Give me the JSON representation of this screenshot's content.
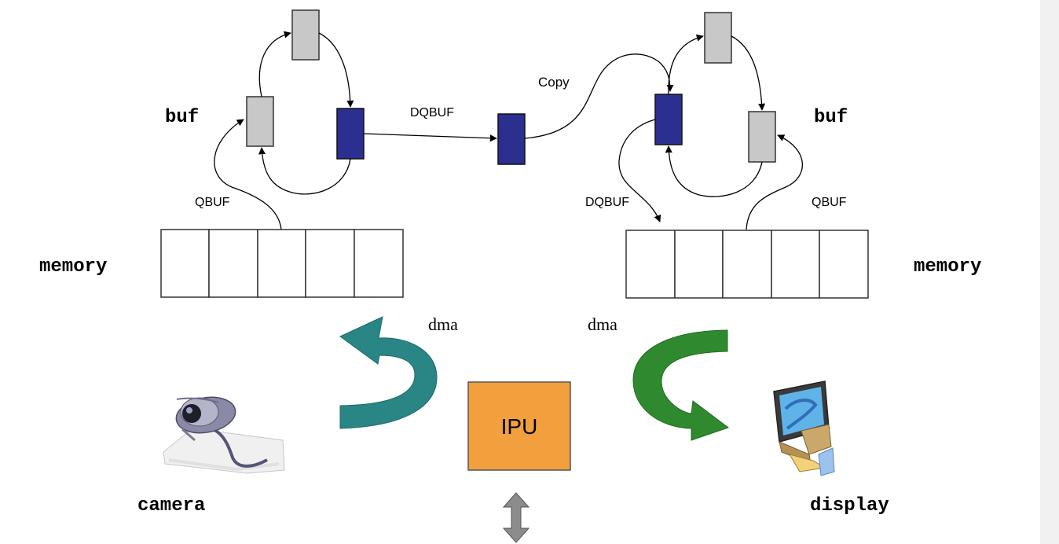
{
  "labels": {
    "buf_left": "buf",
    "buf_right": "buf",
    "memory_left": "memory",
    "memory_right": "memory",
    "qbuf_left": "QBUF",
    "qbuf_right": "QBUF",
    "dqbuf_top": "DQBUF",
    "dqbuf_right": "DQBUF",
    "copy": "Copy",
    "dma_left": "dma",
    "dma_right": "dma",
    "ipu": "IPU",
    "camera": "camera",
    "display": "display"
  },
  "colors": {
    "buffer_filled": "#2b2f8f",
    "buffer_empty": "#c8c8c8",
    "ipu_box": "#f2a03d",
    "dma_in_arrow": "#2a8585",
    "dma_out_arrow": "#2f8a2f",
    "bus_arrow": "#8c8c8c"
  }
}
